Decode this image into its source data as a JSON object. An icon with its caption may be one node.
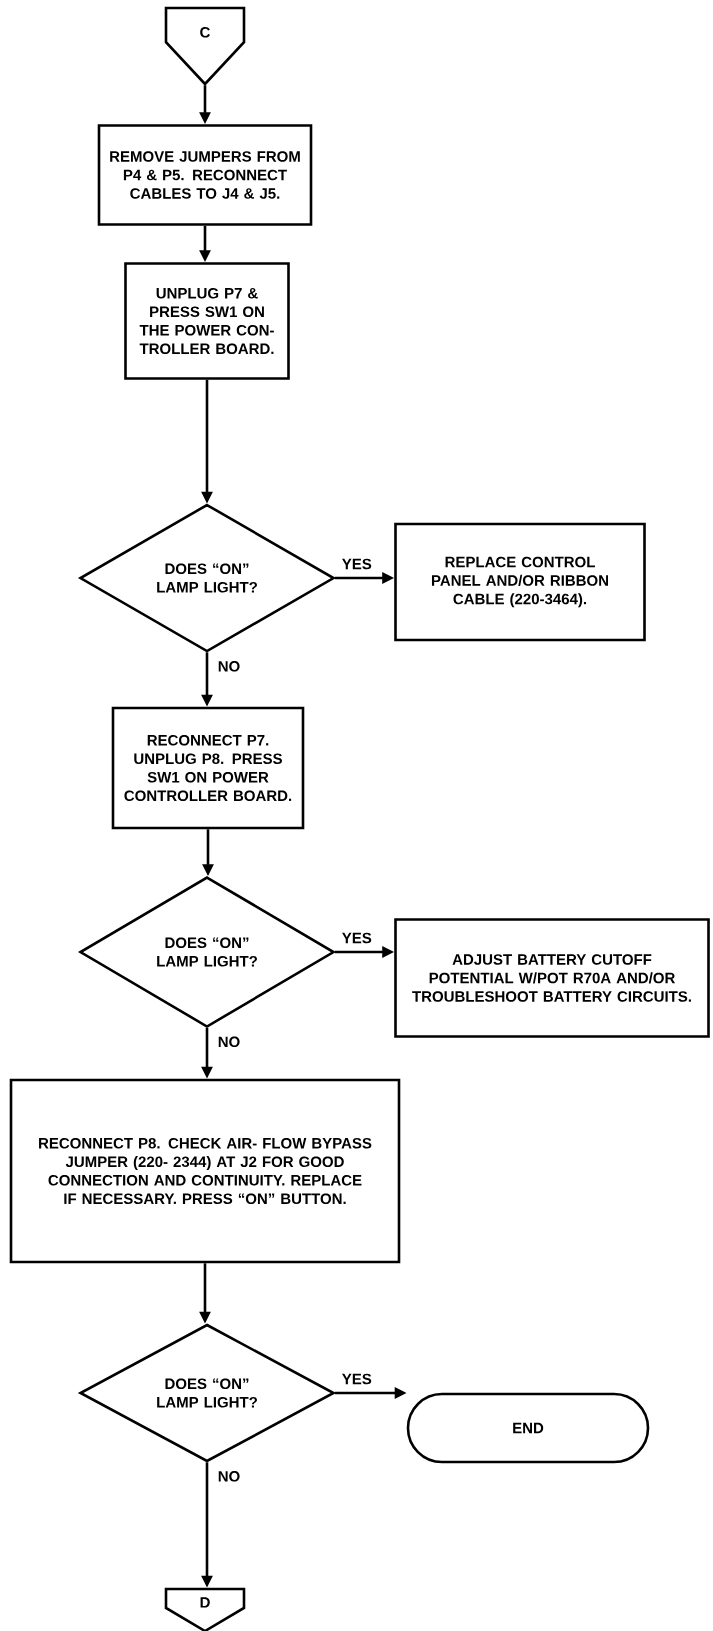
{
  "diagram": {
    "nodes": [
      {
        "text": [
          "C"
        ]
      },
      {
        "text": [
          "REMOVE JUMPERS FROM P4 & P5. RECONNECT CABLES TO J4 & J5."
        ]
      },
      {
        "text": [
          "UNPLUG P7 & PRESS SW1 ON THE POWER CON- TROLLER BOARD."
        ]
      },
      {
        "text": [
          "DOES “ON” LAMP LIGHT?"
        ]
      },
      {
        "text": [
          "REPLACE CONTROL PANEL AND/OR RIBBON CABLE (220-3464)."
        ]
      },
      {
        "text": [
          "RECONNECT P7. UNPLUG P8. PRESS SW1 ON POWER CONTROLLER BOARD."
        ]
      },
      {
        "text": [
          "DOES “ON” LAMP LIGHT?"
        ]
      },
      {
        "text": [
          "ADJUST BATTERY CUTOFF POTENTIAL W/POT R70A AND/OR TROUBLESHOOT BATTERY CIRCUITS."
        ]
      },
      {
        "text": [
          "RECONNECT P8. CHECK AIR- FLOW BYPASS JUMPER (220- 2344) AT J2 FOR GOOD CONNECTION AND CONTINUITY. REPLACE IF NECESSARY. PRESS “ON” BUTTON."
        ]
      },
      {
        "text": [
          "DOES “ON” LAMP LIGHT?"
        ]
      },
      {
        "text": [
          "END"
        ]
      },
      {
        "text": [
          "D"
        ]
      }
    ],
    "edges": [
      {
        "from": 0,
        "to": 1,
        "arrow": "to"
      },
      {
        "from": 1,
        "to": 2,
        "arrow": "to"
      },
      {
        "from": 2,
        "to": 3,
        "arrow": "to"
      },
      {
        "from": 3,
        "to": 4,
        "arrow": "to",
        "label": "YES"
      },
      {
        "from": 3,
        "to": 5,
        "arrow": "to",
        "label": "NO"
      },
      {
        "from": 5,
        "to": 6,
        "arrow": "to"
      },
      {
        "from": 6,
        "to": 7,
        "arrow": "to",
        "label": "YES"
      },
      {
        "from": 6,
        "to": 8,
        "arrow": "to",
        "label": "NO"
      },
      {
        "from": 8,
        "to": 9,
        "arrow": "to"
      },
      {
        "from": 9,
        "to": 10,
        "arrow": "to",
        "label": "YES"
      },
      {
        "from": 9,
        "to": 11,
        "arrow": "to",
        "label": "NO"
      }
    ]
  }
}
